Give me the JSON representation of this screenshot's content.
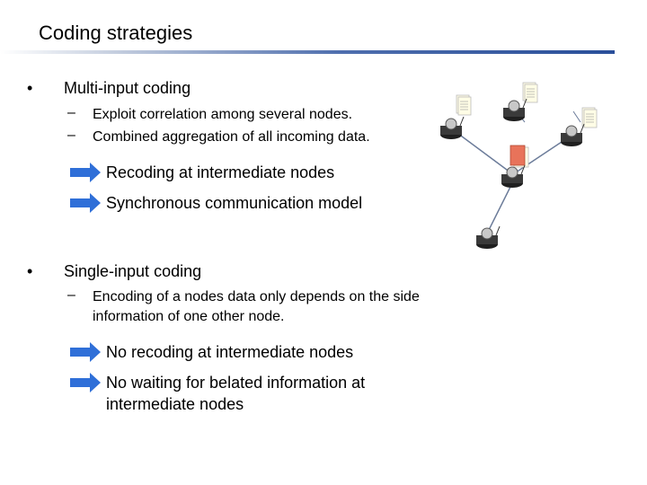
{
  "slide": {
    "title": "Coding strategies"
  },
  "section1": {
    "bullet": "•",
    "heading": "Multi-input coding",
    "items": [
      "Exploit correlation among several nodes.",
      "Combined aggregation of all incoming data."
    ],
    "results": [
      "Recoding at intermediate nodes",
      "Synchronous communication model"
    ]
  },
  "section2": {
    "bullet": "•",
    "heading": "Single-input coding",
    "items": [
      "Encoding of a nodes data only depends on the side information of one other node."
    ],
    "results": [
      "No recoding at intermediate nodes",
      "No waiting for belated information at intermediate nodes"
    ]
  },
  "glyphs": {
    "dash": "–"
  },
  "colors": {
    "accent_arrow": "#2f6fd8",
    "highlight_doc": "#e8735a",
    "rule": "#2a4f9a"
  }
}
